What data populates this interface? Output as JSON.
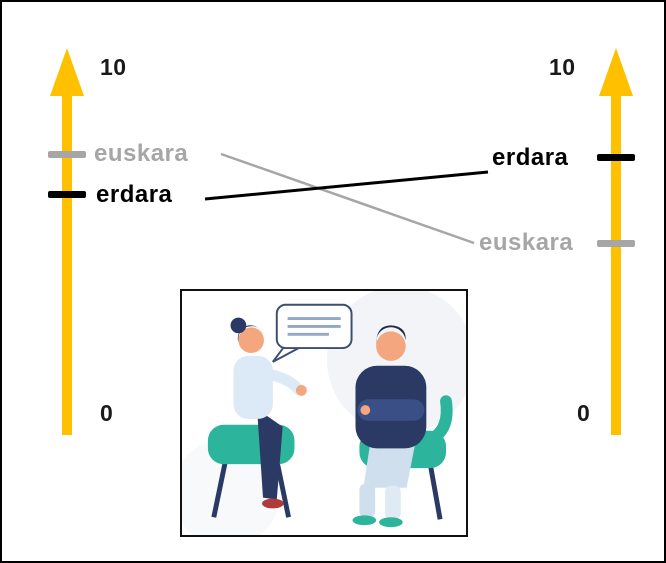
{
  "left_axis": {
    "max_label": "10",
    "min_label": "0",
    "ticks": [
      {
        "label": "euskara",
        "color": "#a6a6a6"
      },
      {
        "label": "erdara",
        "color": "#000000"
      }
    ]
  },
  "right_axis": {
    "max_label": "10",
    "min_label": "0",
    "ticks": [
      {
        "label": "erdara",
        "color": "#000000"
      },
      {
        "label": "euskara",
        "color": "#a6a6a6"
      }
    ]
  },
  "connectors": [
    {
      "label": "erdara",
      "color": "#000000"
    },
    {
      "label": "euskara",
      "color": "#a6a6a6"
    }
  ],
  "colors": {
    "arrow": "#ffc000",
    "euskara_gray": "#a6a6a6",
    "erdara_black": "#000000",
    "chair_teal": "#2cb49c",
    "figure_navy": "#2b3a64"
  }
}
